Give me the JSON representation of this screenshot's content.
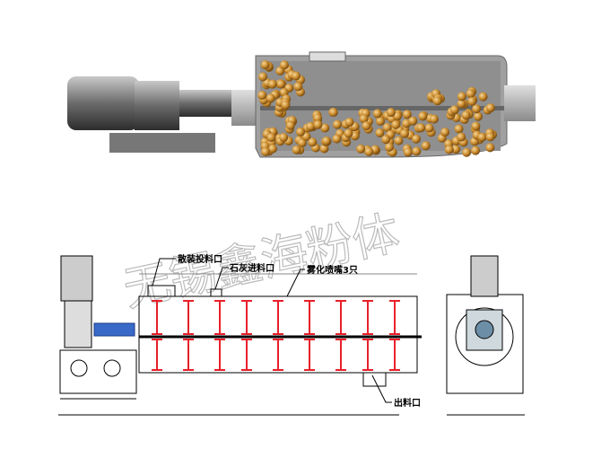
{
  "labels": {
    "bulk_feed_inlet": "散装投料口",
    "lime_feed_inlet": "石灰进料口",
    "atomizing_nozzles": "雾化喷嘴3只",
    "discharge_outlet": "出料口"
  },
  "watermark": "无锡鑫海粉体",
  "colors": {
    "paddle": "#e8202a",
    "ball": "#c98a2c",
    "body": "#9a9a9a",
    "motor": "#4a6f73"
  }
}
